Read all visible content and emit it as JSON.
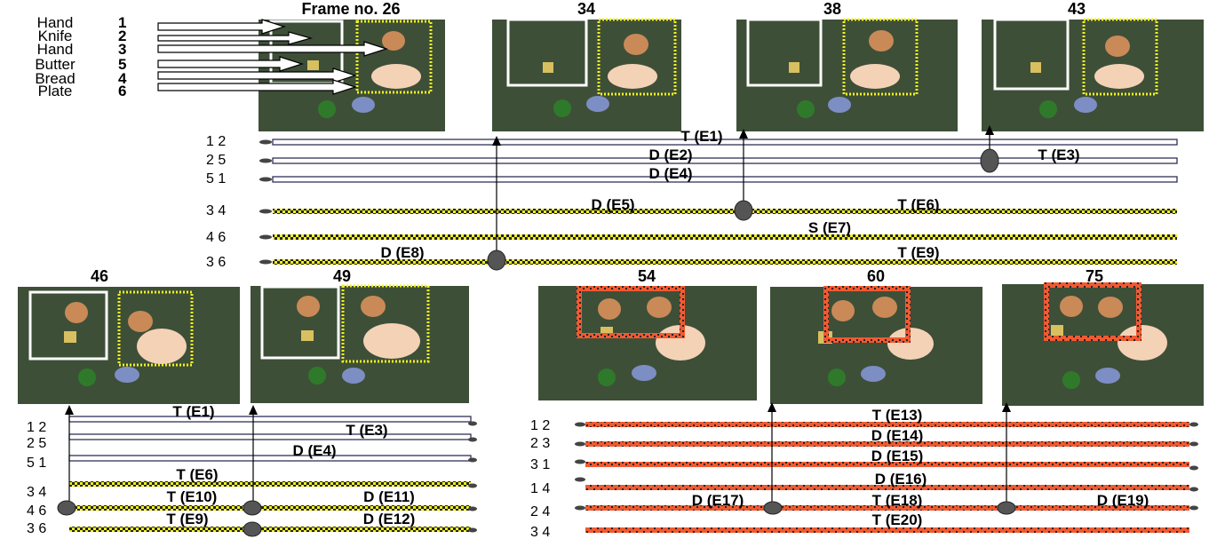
{
  "legend": [
    {
      "name": "Hand",
      "num": "1"
    },
    {
      "name": "Knife",
      "num": "2"
    },
    {
      "name": "Hand",
      "num": "3"
    },
    {
      "name": "Butter",
      "num": "5"
    },
    {
      "name": "Bread",
      "num": "4"
    },
    {
      "name": "Plate",
      "num": "6"
    }
  ],
  "top_frames": [
    {
      "label": "Frame no. 26"
    },
    {
      "label": "34"
    },
    {
      "label": "38"
    },
    {
      "label": "43"
    }
  ],
  "bottom_left_frames": [
    {
      "label": "46"
    },
    {
      "label": "49"
    }
  ],
  "bottom_right_frames": [
    {
      "label": "54"
    },
    {
      "label": "60"
    },
    {
      "label": "75"
    }
  ],
  "top_rows": [
    {
      "pair": "1 2",
      "style": "plain"
    },
    {
      "pair": "2 5",
      "style": "plain"
    },
    {
      "pair": "5 1",
      "style": "plain"
    },
    {
      "pair": "3 4",
      "style": "yellow"
    },
    {
      "pair": "4 6",
      "style": "yellow"
    },
    {
      "pair": "3 6",
      "style": "yellow"
    }
  ],
  "top_labels": [
    "T (E1)",
    "D (E2)",
    "T (E3)",
    "D (E4)",
    "D (E5)",
    "T (E6)",
    "S (E7)",
    "D (E8)",
    "T (E9)"
  ],
  "bl_rows": [
    {
      "pair": "1 2",
      "style": "plain"
    },
    {
      "pair": "2 5",
      "style": "plain"
    },
    {
      "pair": "5 1",
      "style": "plain"
    },
    {
      "pair": "3 4",
      "style": "yellow"
    },
    {
      "pair": "4 6",
      "style": "yellow"
    },
    {
      "pair": "3 6",
      "style": "yellow"
    }
  ],
  "bl_labels": [
    "T (E1)",
    "T (E3)",
    "D (E4)",
    "T (E6)",
    "T (E10)",
    "D (E11)",
    "T (E9)",
    "D (E12)"
  ],
  "br_rows": [
    {
      "pair": "1 2",
      "style": "red"
    },
    {
      "pair": "2 3",
      "style": "red"
    },
    {
      "pair": "3 1",
      "style": "red"
    },
    {
      "pair": "1 4",
      "style": "red"
    },
    {
      "pair": "2 4",
      "style": "red"
    },
    {
      "pair": "3 4",
      "style": "red"
    }
  ],
  "br_labels": [
    "T (E13)",
    "D (E14)",
    "D (E15)",
    "D (E16)",
    "D (E17)",
    "T (E18)",
    "D (E19)",
    "T (E20)"
  ],
  "colors": {
    "scene_bg": "#3e4f38",
    "yellow_box": "#f2f21c",
    "red_box": "#ef5a32",
    "white_box": "#ffffff",
    "track_line": "#20204a",
    "node": "#555555"
  }
}
